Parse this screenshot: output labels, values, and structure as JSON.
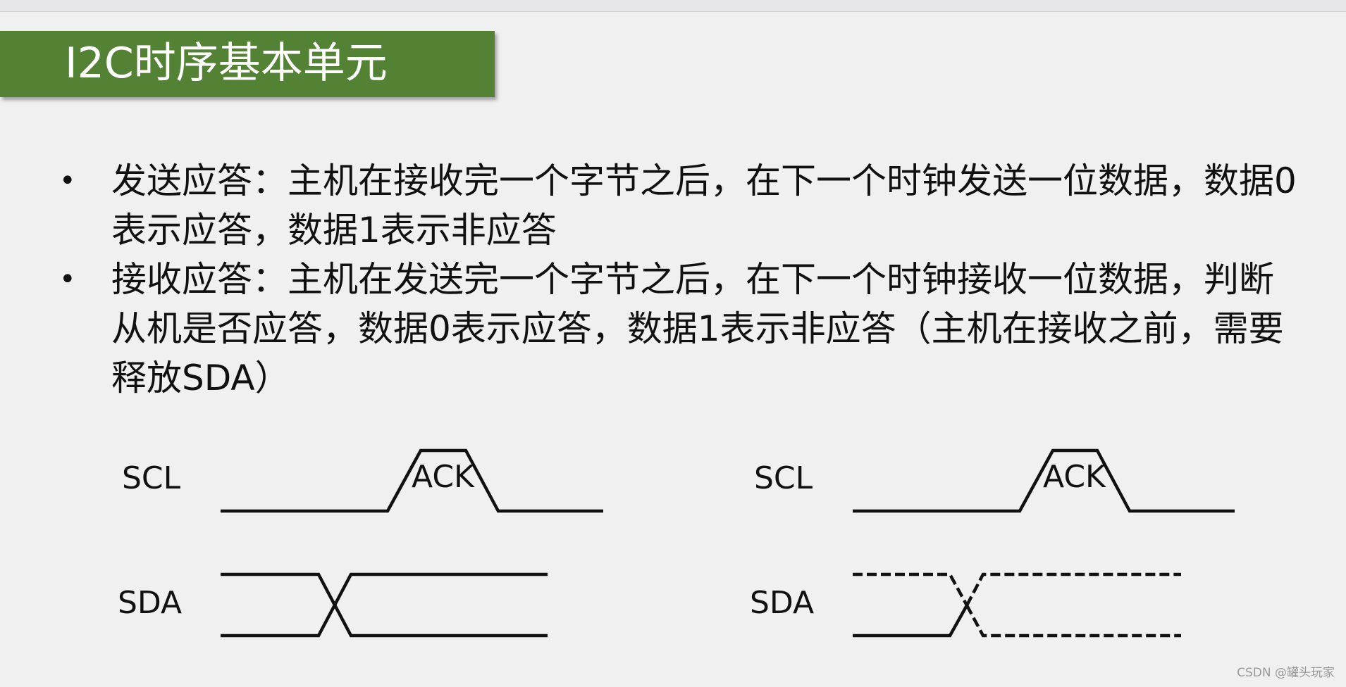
{
  "title": "I2C时序基本单元",
  "bullets": [
    "发送应答：主机在接收完一个字节之后，在下一个时钟发送一位数据，数据0表示应答，数据1表示非应答",
    "接收应答：主机在发送完一个字节之后，在下一个时钟接收一位数据，判断从机是否应答，数据0表示应答，数据1表示非应答（主机在接收之前，需要释放SDA）"
  ],
  "bullet_symbol": "•",
  "diagrams": {
    "left": {
      "scl_label": "SCL",
      "sda_label": "SDA",
      "pulse_label": "ACK"
    },
    "right": {
      "scl_label": "SCL",
      "sda_label": "SDA",
      "pulse_label": "ACK"
    }
  },
  "watermark": "CSDN @罐头玩家",
  "colors": {
    "banner": "#548235",
    "background": "#f0f0f0",
    "line": "#111111"
  }
}
